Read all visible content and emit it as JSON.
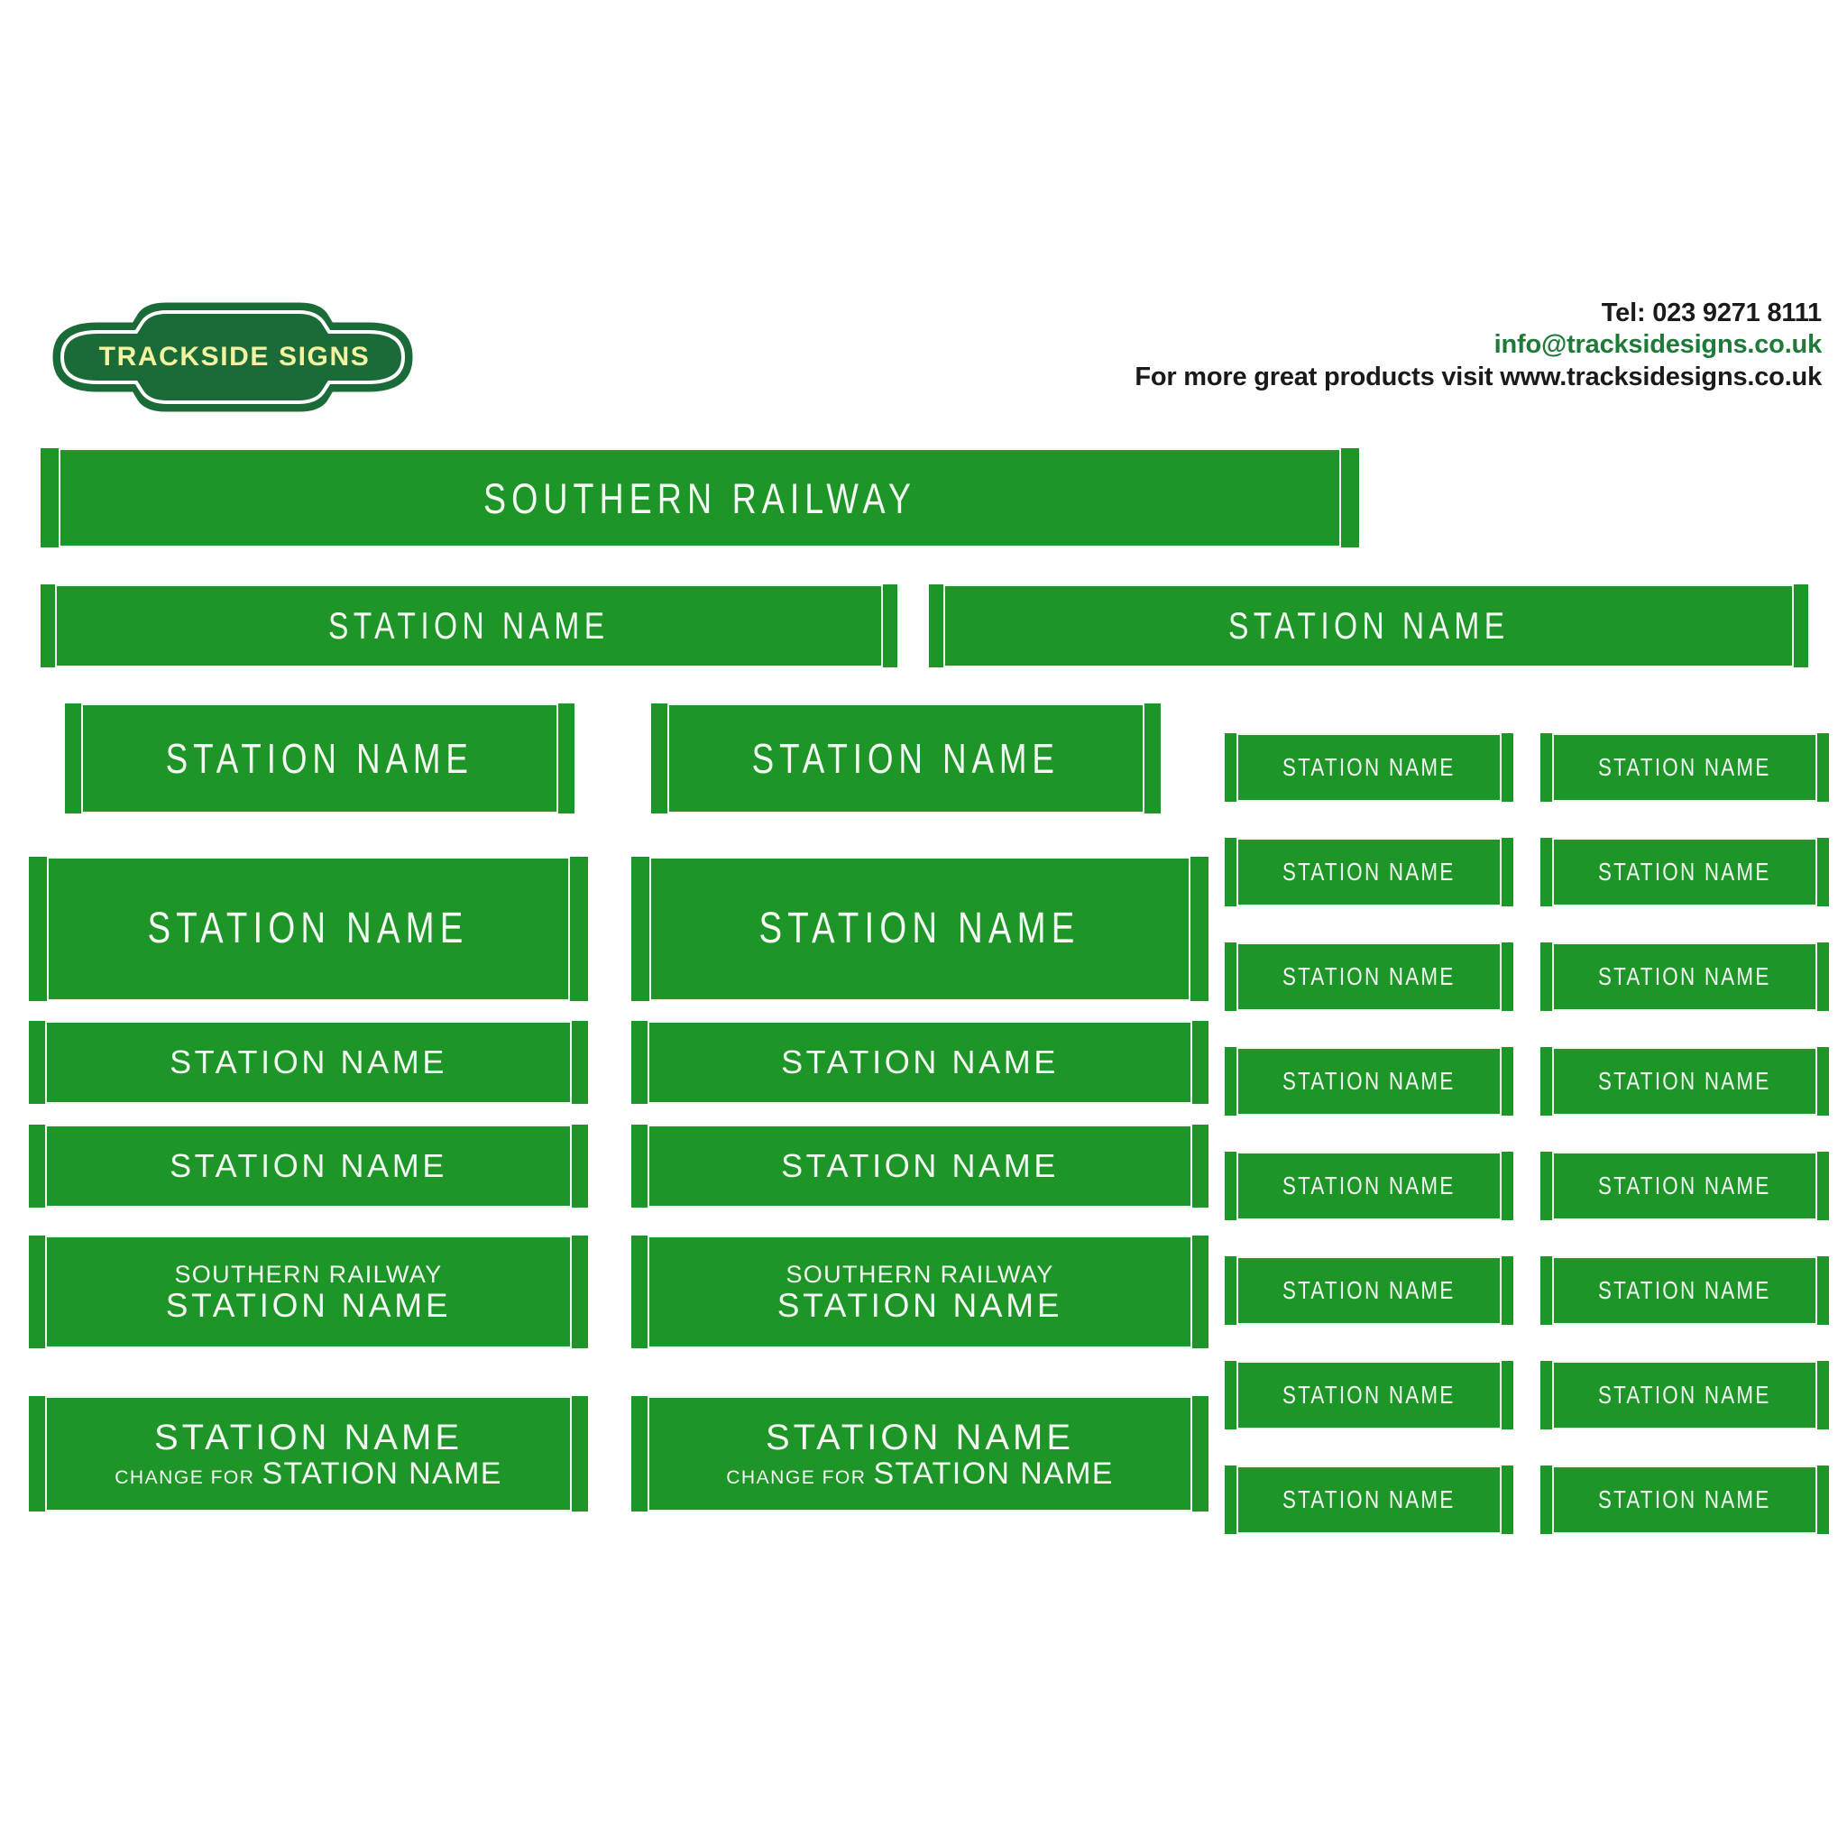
{
  "brand": {
    "logo_text": "TRACKSIDE SIGNS",
    "logo_fill": "#1b6b38",
    "logo_text_color": "#f2f2a0",
    "logo_outline": "#ffffff"
  },
  "contact": {
    "tel": "Tel: 023 9271 8111",
    "email": "info@tracksidesigns.co.uk",
    "website_line": "For more great products visit www.tracksidesigns.co.uk",
    "tel_color": "#1a1a1a",
    "email_color": "#1f7a3a",
    "web_color": "#1a1a1a"
  },
  "palette": {
    "sign_green": "#1d9527",
    "sign_white": "#f3f7f2",
    "page_background": "#ffffff"
  },
  "labels": {
    "southern_railway": "SOUTHERN RAILWAY",
    "station_name": "STATION NAME",
    "change_for": "CHANGE FOR"
  },
  "signs": {
    "banner": {
      "text": "SOUTHERN RAILWAY"
    },
    "row2": [
      {
        "text": "STATION NAME"
      },
      {
        "text": "STATION NAME"
      }
    ],
    "col1": [
      {
        "text": "STATION NAME"
      },
      {
        "text": "STATION NAME"
      },
      {
        "text": "STATION NAME"
      },
      {
        "text": "STATION NAME"
      },
      {
        "line1": "SOUTHERN RAILWAY",
        "line2": "STATION NAME"
      },
      {
        "line1": "STATION NAME",
        "line2_prefix": "CHANGE FOR",
        "line2": "STATION NAME"
      }
    ],
    "col2": [
      {
        "text": "STATION NAME"
      },
      {
        "text": "STATION NAME"
      },
      {
        "text": "STATION NAME"
      },
      {
        "text": "STATION NAME"
      },
      {
        "line1": "SOUTHERN RAILWAY",
        "line2": "STATION NAME"
      },
      {
        "line1": "STATION NAME",
        "line2_prefix": "CHANGE FOR",
        "line2": "STATION NAME"
      }
    ],
    "col3": [
      {
        "text": "STATION NAME"
      },
      {
        "text": "STATION NAME"
      },
      {
        "text": "STATION NAME"
      },
      {
        "text": "STATION NAME"
      },
      {
        "text": "STATION NAME"
      },
      {
        "text": "STATION NAME"
      },
      {
        "text": "STATION NAME"
      },
      {
        "text": "STATION NAME"
      }
    ],
    "col4": [
      {
        "text": "STATION NAME"
      },
      {
        "text": "STATION NAME"
      },
      {
        "text": "STATION NAME"
      },
      {
        "text": "STATION NAME"
      },
      {
        "text": "STATION NAME"
      },
      {
        "text": "STATION NAME"
      },
      {
        "text": "STATION NAME"
      },
      {
        "text": "STATION NAME"
      }
    ]
  }
}
